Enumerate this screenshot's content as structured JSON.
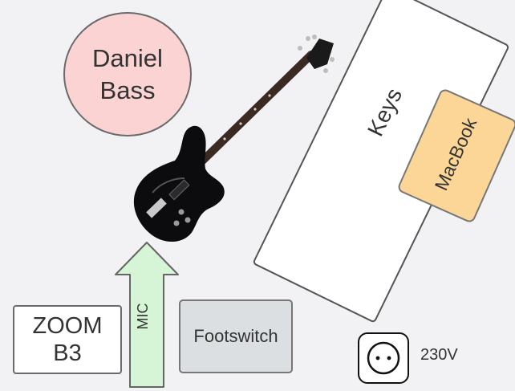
{
  "person": {
    "line1": "Daniel",
    "line2": "Bass"
  },
  "keys": {
    "label": "Keys"
  },
  "laptop": {
    "label": "MacBook"
  },
  "effects": {
    "line1": "ZOOM",
    "line2": "B3"
  },
  "footswitch": {
    "label": "Footswitch"
  },
  "mic_arrow": {
    "label": "MIC"
  },
  "power": {
    "voltage": "230V"
  },
  "colors": {
    "background": "#f2f1f4",
    "person_fill": "#fbd3d3",
    "laptop_fill": "#fcd696",
    "arrow_fill": "#d6f5d6",
    "footswitch_fill": "#dcdfe2"
  },
  "icons": {
    "guitar": "bass-guitar-icon",
    "socket": "power-socket-icon"
  }
}
